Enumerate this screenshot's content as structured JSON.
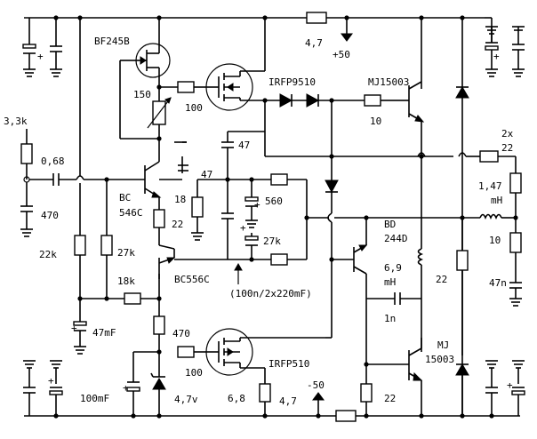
{
  "labels": {
    "jfet": "BF245B",
    "r_150": "150",
    "r_100_top": "100",
    "mosfet_top": "IRFP9510",
    "bjt_top": "MJ15003",
    "r_47_top": "4,7",
    "supply_pos": "+50",
    "r_10_out": "10",
    "r_3k3": "3,3k",
    "c_068": "0,68",
    "c_470": "470",
    "r_22k": "22k",
    "r_27k": "27k",
    "r_18k": "18k",
    "c_47mf": "47mF",
    "bc546_a": "BC",
    "bc546_b": "546C",
    "r_18": "18",
    "c_47_a": "47",
    "c_47_b": "47",
    "r_22_mid": "22",
    "r_560": "560",
    "r_27k_b": "27k",
    "bc556": "BC556C",
    "note_caps": "(100n/2x220mF)",
    "bd244_a": "BD",
    "bd244_b": "244D",
    "l_69": "6,9",
    "l_69_unit": "mH",
    "r_22_right": "22",
    "c_1n": "1n",
    "r_2x22_a": "2x",
    "r_2x22_b": "22",
    "l_147": "1,47",
    "l_147_unit": "mH",
    "r_10_right": "10",
    "c_47n": "47n",
    "r_470_low": "470",
    "c_100mf": "100mF",
    "zener": "4,7v",
    "r_100_bottom": "100",
    "mosfet_bottom": "IRFP510",
    "r_68": "6,8",
    "r_47_bottom": "4,7",
    "supply_neg": "-50",
    "r_22_bottom": "22",
    "bjt_bottom_a": "MJ",
    "bjt_bottom_b": "15003"
  }
}
